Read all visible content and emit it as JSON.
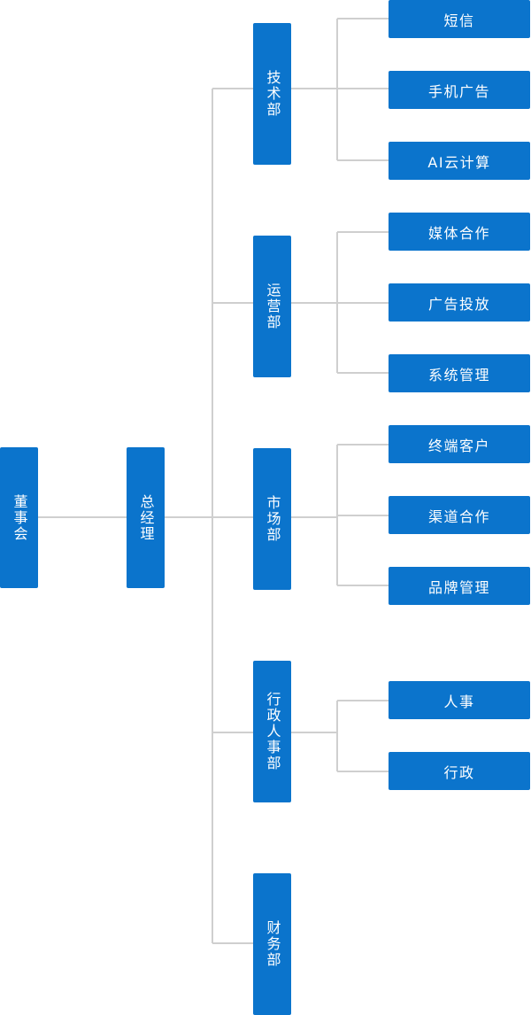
{
  "board": "董事会",
  "gm": "总经理",
  "departments": [
    {
      "name": "技术部",
      "children": [
        "短信",
        "手机广告",
        "AI云计算"
      ]
    },
    {
      "name": "运营部",
      "children": [
        "媒体合作",
        "广告投放",
        "系统管理"
      ]
    },
    {
      "name": "市场部",
      "children": [
        "终端客户",
        "渠道合作",
        "品牌管理"
      ]
    },
    {
      "name": "行政人事部",
      "children": [
        "人事",
        "行政"
      ]
    },
    {
      "name": "财务部",
      "children": []
    }
  ],
  "colors": {
    "node_bg": "#0b74cc",
    "node_text": "#ffffff",
    "line": "#cfcfcf"
  }
}
